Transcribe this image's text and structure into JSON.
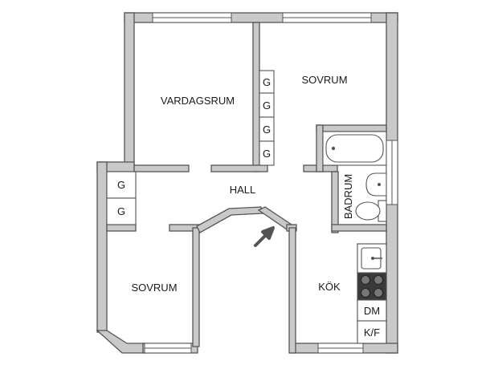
{
  "rooms": {
    "living_room": "VARDAGSRUM",
    "bedroom_top": "SOVRUM",
    "hall": "HALL",
    "bedroom_bottom": "SOVRUM",
    "kitchen": "KÖK",
    "bathroom": "BADRUM"
  },
  "closets": {
    "center": [
      "G",
      "G",
      "G",
      "G"
    ],
    "left": [
      "G",
      "G"
    ]
  },
  "appliances": {
    "dishwasher": "DM",
    "fridge_freezer": "K/F"
  },
  "entrance_marker": "arrow-icon",
  "colors": {
    "wall_fill": "#c9c9c9",
    "wall_stroke": "#555555",
    "background": "#ffffff",
    "stove": "#3a3a3a"
  }
}
